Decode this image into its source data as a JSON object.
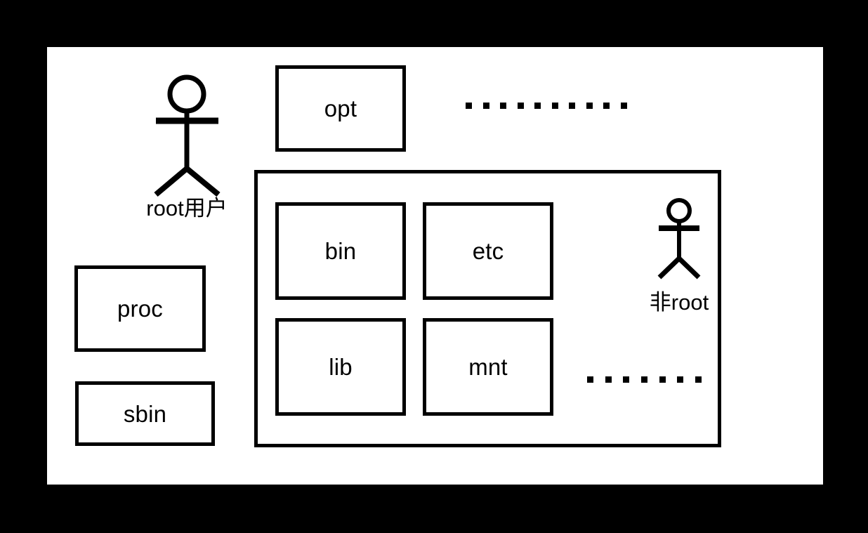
{
  "diagram": {
    "title": "Linux root filesystem access diagram",
    "background_color": "#000000",
    "canvas_color": "#ffffff",
    "stroke_color": "#000000",
    "actors": [
      {
        "id": "root-user",
        "label": "root用户",
        "icon": "stick-figure-person-icon",
        "size": "large"
      },
      {
        "id": "non-root-user",
        "label": "非root",
        "icon": "stick-figure-person-icon",
        "size": "small"
      }
    ],
    "standalone_boxes": [
      {
        "id": "opt",
        "label": "opt"
      },
      {
        "id": "proc",
        "label": "proc"
      },
      {
        "id": "sbin",
        "label": "sbin"
      }
    ],
    "group": {
      "id": "shared-directories-group",
      "label": "",
      "boxes": [
        {
          "id": "bin",
          "label": "bin"
        },
        {
          "id": "etc",
          "label": "etc"
        },
        {
          "id": "lib",
          "label": "lib"
        },
        {
          "id": "mnt",
          "label": "mnt"
        }
      ]
    },
    "dot_rows": [
      {
        "id": "dots-top",
        "count": 10,
        "glyph": "square-dot"
      },
      {
        "id": "dots-bottom",
        "count": 7,
        "glyph": "square-dot"
      }
    ]
  }
}
